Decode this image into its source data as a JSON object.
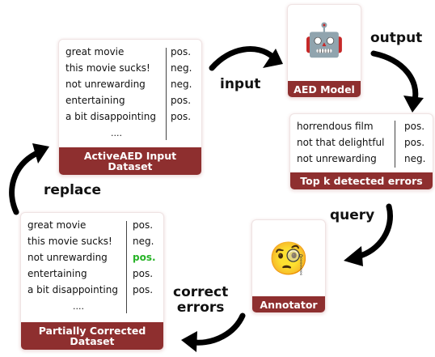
{
  "input_dataset": {
    "caption": "ActiveAED Input\nDataset",
    "rows": [
      {
        "text": "great movie",
        "label": "pos."
      },
      {
        "text": "this movie sucks!",
        "label": "neg."
      },
      {
        "text": "not unrewarding",
        "label": "neg."
      },
      {
        "text": "entertaining",
        "label": "pos."
      },
      {
        "text": "a bit disappointing",
        "label": "pos."
      }
    ],
    "ellipsis": "...."
  },
  "aed_model": {
    "caption": "AED Model",
    "icon": "robot-icon",
    "glyph": "🤖"
  },
  "detected_errors": {
    "caption": "Top k detected errors",
    "rows": [
      {
        "text": "horrendous film",
        "label": "pos."
      },
      {
        "text": "not that delightful",
        "label": "pos."
      },
      {
        "text": "not unrewarding",
        "label": "neg."
      }
    ]
  },
  "annotator": {
    "caption": "Annotator",
    "icon": "face-with-monocle-icon",
    "glyph": "🧐"
  },
  "corrected_dataset": {
    "caption": "Partially Corrected\nDataset",
    "rows": [
      {
        "text": "great movie",
        "label": "pos."
      },
      {
        "text": "this movie sucks!",
        "label": "neg."
      },
      {
        "text": "not unrewarding",
        "label": "pos."
      },
      {
        "text": "entertaining",
        "label": "pos."
      },
      {
        "text": "a bit disappointing",
        "label": "pos."
      }
    ],
    "ellipsis": "....",
    "highlight_color": "#27b327"
  },
  "flow_labels": {
    "input": "input",
    "output": "output",
    "query": "query",
    "correct_errors": "correct\nerrors",
    "replace": "replace"
  },
  "colors": {
    "caption_bg": "#8e2f2f",
    "arrow": "#000000",
    "corrected_label": "#27b327"
  }
}
